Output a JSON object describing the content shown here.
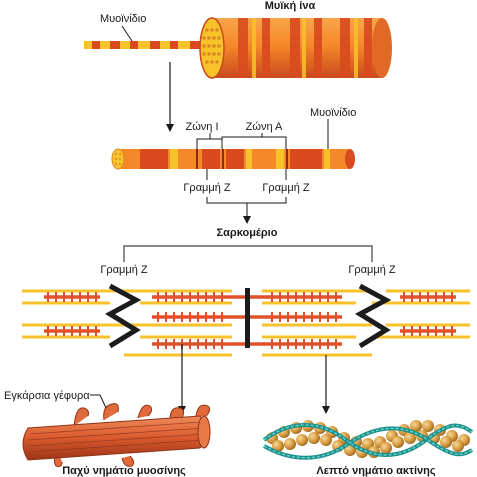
{
  "labels": {
    "muscle_fiber": "Μυϊκή ίνα",
    "myofibril_top": "Μυοϊνίδιο",
    "myofibril_mid": "Μυοϊνίδιο",
    "i_band": "Ζώνη Ι",
    "a_band": "Ζώνη Α",
    "z_line_left": "Γραμμή Ζ",
    "z_line_right": "Γραμμή Ζ",
    "sarcomere": "Σαρκομέριο",
    "z_line_sarc_left": "Γραμμή Ζ",
    "z_line_sarc_right": "Γραμμή Ζ",
    "cross_bridge": "Εγκάρσια γέφυρα",
    "thick_filament": "Παχύ νημάτιο μυοσίνης",
    "thin_filament": "Λεπτό νημάτιο ακτίνης"
  },
  "colors": {
    "orange": "#f5892a",
    "red": "#d94a1f",
    "yellow": "#f8c22a",
    "dark": "#1c1c1c",
    "teal": "#2aa7a2",
    "bead": "#d9a04a"
  }
}
